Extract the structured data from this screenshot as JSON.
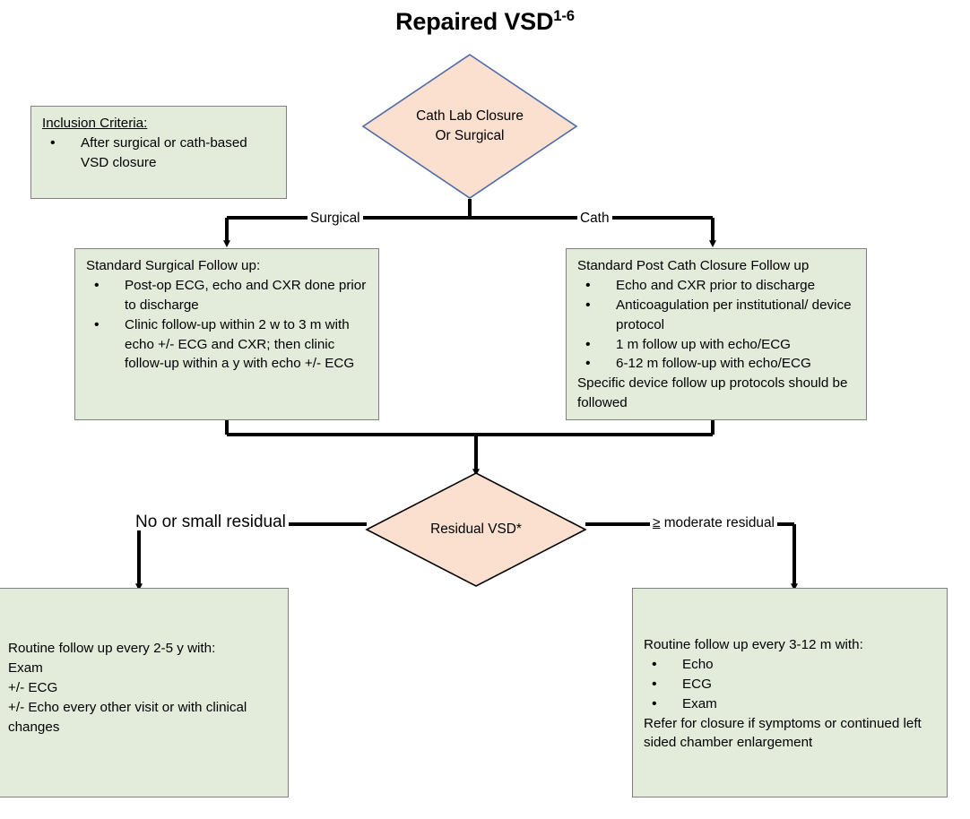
{
  "title": {
    "line": "Repaired VSD",
    "superscript": "1-6"
  },
  "inclusion": {
    "heading": "Inclusion Criteria:",
    "items": [
      "After surgical or cath-based VSD closure"
    ]
  },
  "decision_top": {
    "label": "Cath Lab Closure\nOr Surgical",
    "fill": "#fbe0cf",
    "stroke": "#4d6aa8"
  },
  "branches": {
    "left_label": "Surgical",
    "right_label": "Cath"
  },
  "surgical_box": {
    "heading": "Standard Surgical Follow up:",
    "items": [
      "Post-op ECG, echo and CXR done prior to discharge",
      "Clinic follow-up within 2 w to 3 m with echo +/- ECG and CXR; then clinic follow-up within a y with echo +/- ECG"
    ]
  },
  "cath_box": {
    "heading": "Standard Post Cath Closure Follow up",
    "items": [
      "Echo and CXR prior to discharge",
      "Anticoagulation per institutional/ device protocol",
      "1 m follow up with echo/ECG",
      "6-12 m follow-up with echo/ECG"
    ],
    "footer": "Specific device follow up protocols should be followed"
  },
  "decision_residual": {
    "label": "Residual VSD*",
    "fill": "#fbe0cf",
    "stroke": "#000000"
  },
  "residual_branches": {
    "left_label": "No or small residual",
    "right_symbol": "≥",
    "right_label": " moderate residual"
  },
  "outcome_left": {
    "lines": [
      "Routine follow up every 2-5 y with:",
      "Exam",
      "+/- ECG",
      "+/- Echo every other visit or with clinical changes"
    ]
  },
  "outcome_right": {
    "heading": "Routine follow up every 3-12 m with:",
    "items": [
      "Echo",
      "ECG",
      "Exam"
    ],
    "footer": "Refer for closure if symptoms or continued left sided chamber enlargement"
  },
  "colors": {
    "box_fill": "#e3ecda",
    "box_stroke": "#808080",
    "diamond_fill": "#fbe0cf",
    "line": "#000000"
  }
}
